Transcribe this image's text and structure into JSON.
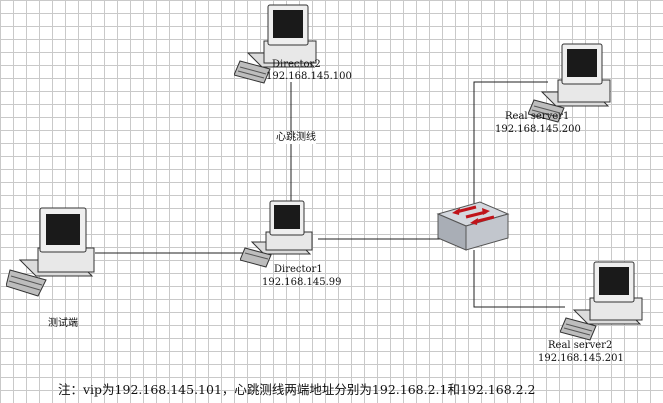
{
  "nodes": {
    "director2": {
      "name": "Director2",
      "ip": "192.168.145.100"
    },
    "director1": {
      "name": "Director1",
      "ip": "192.168.145.99"
    },
    "real_server1": {
      "name": "Real server1",
      "ip": "192.168.145.200"
    },
    "real_server2": {
      "name": "Real server2",
      "ip": "192.168.145.201"
    },
    "test_client": {
      "name": "测试端"
    }
  },
  "links": {
    "heartbeat_label": "心跳测线"
  },
  "note": "注：vip为192.168.145.101，心跳测线两端地址分别为192.168.2.1和192.168.2.2",
  "colors": {
    "grid": "#c9c9c9",
    "line": "#222222",
    "switch": "#b9bec6",
    "arrow": "#c0141a",
    "screen": "#1a1a1a"
  }
}
